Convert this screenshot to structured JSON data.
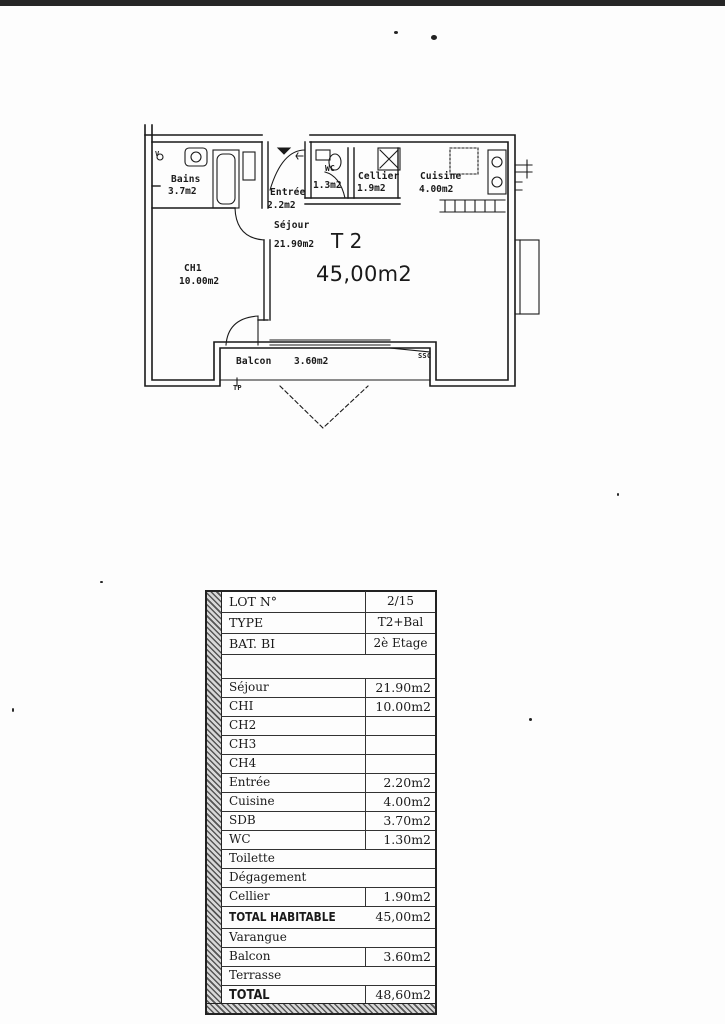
{
  "plan": {
    "rooms": [
      {
        "key": "bains",
        "name": "Bains",
        "area": "3.7m2"
      },
      {
        "key": "entree",
        "name": "Entrée",
        "area": "2.2m2"
      },
      {
        "key": "wc",
        "name": "WC",
        "area": "1.3m2"
      },
      {
        "key": "cellier",
        "name": "Cellier",
        "area": "1.9m2"
      },
      {
        "key": "cuisine",
        "name": "Cuisine",
        "area": "4.00m2"
      },
      {
        "key": "sejour",
        "name": "Séjour",
        "area": "21.90m2"
      },
      {
        "key": "ch1",
        "name": "CH1",
        "area": "10.00m2"
      },
      {
        "key": "balcon",
        "name": "Balcon",
        "area": "3.60m2"
      }
    ],
    "type_label": "T 2",
    "total_label": "45,00m2",
    "symbols": {
      "tp": "TP",
      "ssc": "SSC",
      "v": "V"
    }
  },
  "table": {
    "header": [
      {
        "label": "LOT N°",
        "value": "2/15"
      },
      {
        "label": "TYPE",
        "value": "T2+Bal"
      },
      {
        "label": "BAT. BI",
        "value": "2è Etage"
      }
    ],
    "rows": [
      {
        "label": "Séjour",
        "value": "21.90m2"
      },
      {
        "label": "CHI",
        "value": "10.00m2"
      },
      {
        "label": "CH2",
        "value": ""
      },
      {
        "label": "CH3",
        "value": ""
      },
      {
        "label": "CH4",
        "value": ""
      },
      {
        "label": "Entrée",
        "value": "2.20m2"
      },
      {
        "label": "Cuisine",
        "value": "4.00m2"
      },
      {
        "label": "SDB",
        "value": "3.70m2"
      },
      {
        "label": "WC",
        "value": "1.30m2"
      },
      {
        "label": "Toilette",
        "value": ""
      },
      {
        "label": "Dégagement",
        "value": ""
      },
      {
        "label": "Cellier",
        "value": "1.90m2"
      },
      {
        "label": "TOTAL HABITABLE",
        "value": "45,00m2"
      },
      {
        "label": "Varangue",
        "value": ""
      },
      {
        "label": "Balcon",
        "value": "3.60m2"
      },
      {
        "label": "Terrasse",
        "value": ""
      },
      {
        "label": "TOTAL",
        "value": "48,60m2"
      }
    ]
  }
}
